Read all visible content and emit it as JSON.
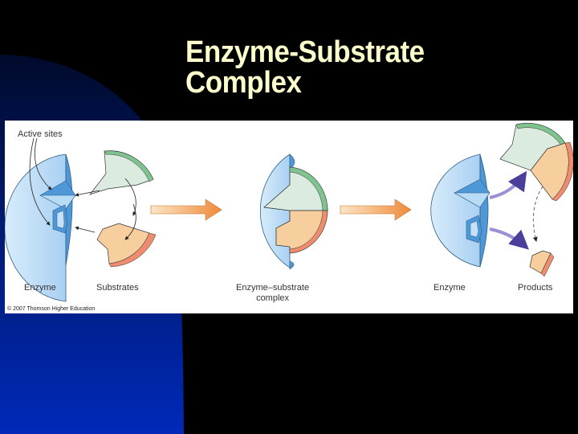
{
  "slide": {
    "title_line1": "Enzyme-Substrate",
    "title_line2": "Complex",
    "colors": {
      "background": "#000000",
      "accent_blue": "#0029b8",
      "title_text": "#ffffcc"
    }
  },
  "figure": {
    "labels": {
      "active_sites": "Active sites",
      "enzyme_left": "Enzyme",
      "substrates": "Substrates",
      "complex_line1": "Enzyme–substrate",
      "complex_line2": "complex",
      "enzyme_right": "Enzyme",
      "products": "Products"
    },
    "copyright": "© 2007 Thomson Higher Education",
    "colors": {
      "enzyme_light": "#c5e0f7",
      "enzyme_dark": "#4e98d8",
      "substrate_green": "#dcebe0",
      "substrate_green_rim": "#7fc48f",
      "substrate_orange": "#f7cf9f",
      "substrate_orange_rim": "#ee8c6d",
      "process_arrow": "#ee8a3a",
      "release_arrow": "#9b8fd6"
    }
  }
}
